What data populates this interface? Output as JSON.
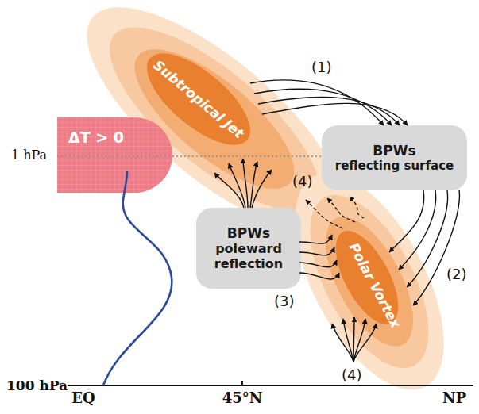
{
  "diagram": {
    "nodes": [
      {
        "text": [
          "Subtropical Jet"
        ]
      },
      {
        "text": [
          "ΔT > 0"
        ]
      },
      {
        "text": [
          "BPWs",
          "reflecting surface"
        ]
      },
      {
        "text": [
          "BPWs",
          "poleward reflection"
        ]
      },
      {
        "text": [
          "Polar Vortex"
        ]
      }
    ],
    "edges": [
      {
        "from": 0,
        "to": 2,
        "arrow": "to"
      },
      {
        "from": 2,
        "to": 4,
        "arrow": "to"
      },
      {
        "from": 3,
        "to": 4,
        "arrow": "to"
      },
      {
        "from": 3,
        "to": 0,
        "arrow": "to"
      }
    ],
    "labels": [
      "1 hPa",
      "100 hPa",
      "EQ",
      "45°N",
      "NP",
      "(1)",
      "(2)",
      "(3)",
      "(4)",
      "(4)"
    ]
  }
}
